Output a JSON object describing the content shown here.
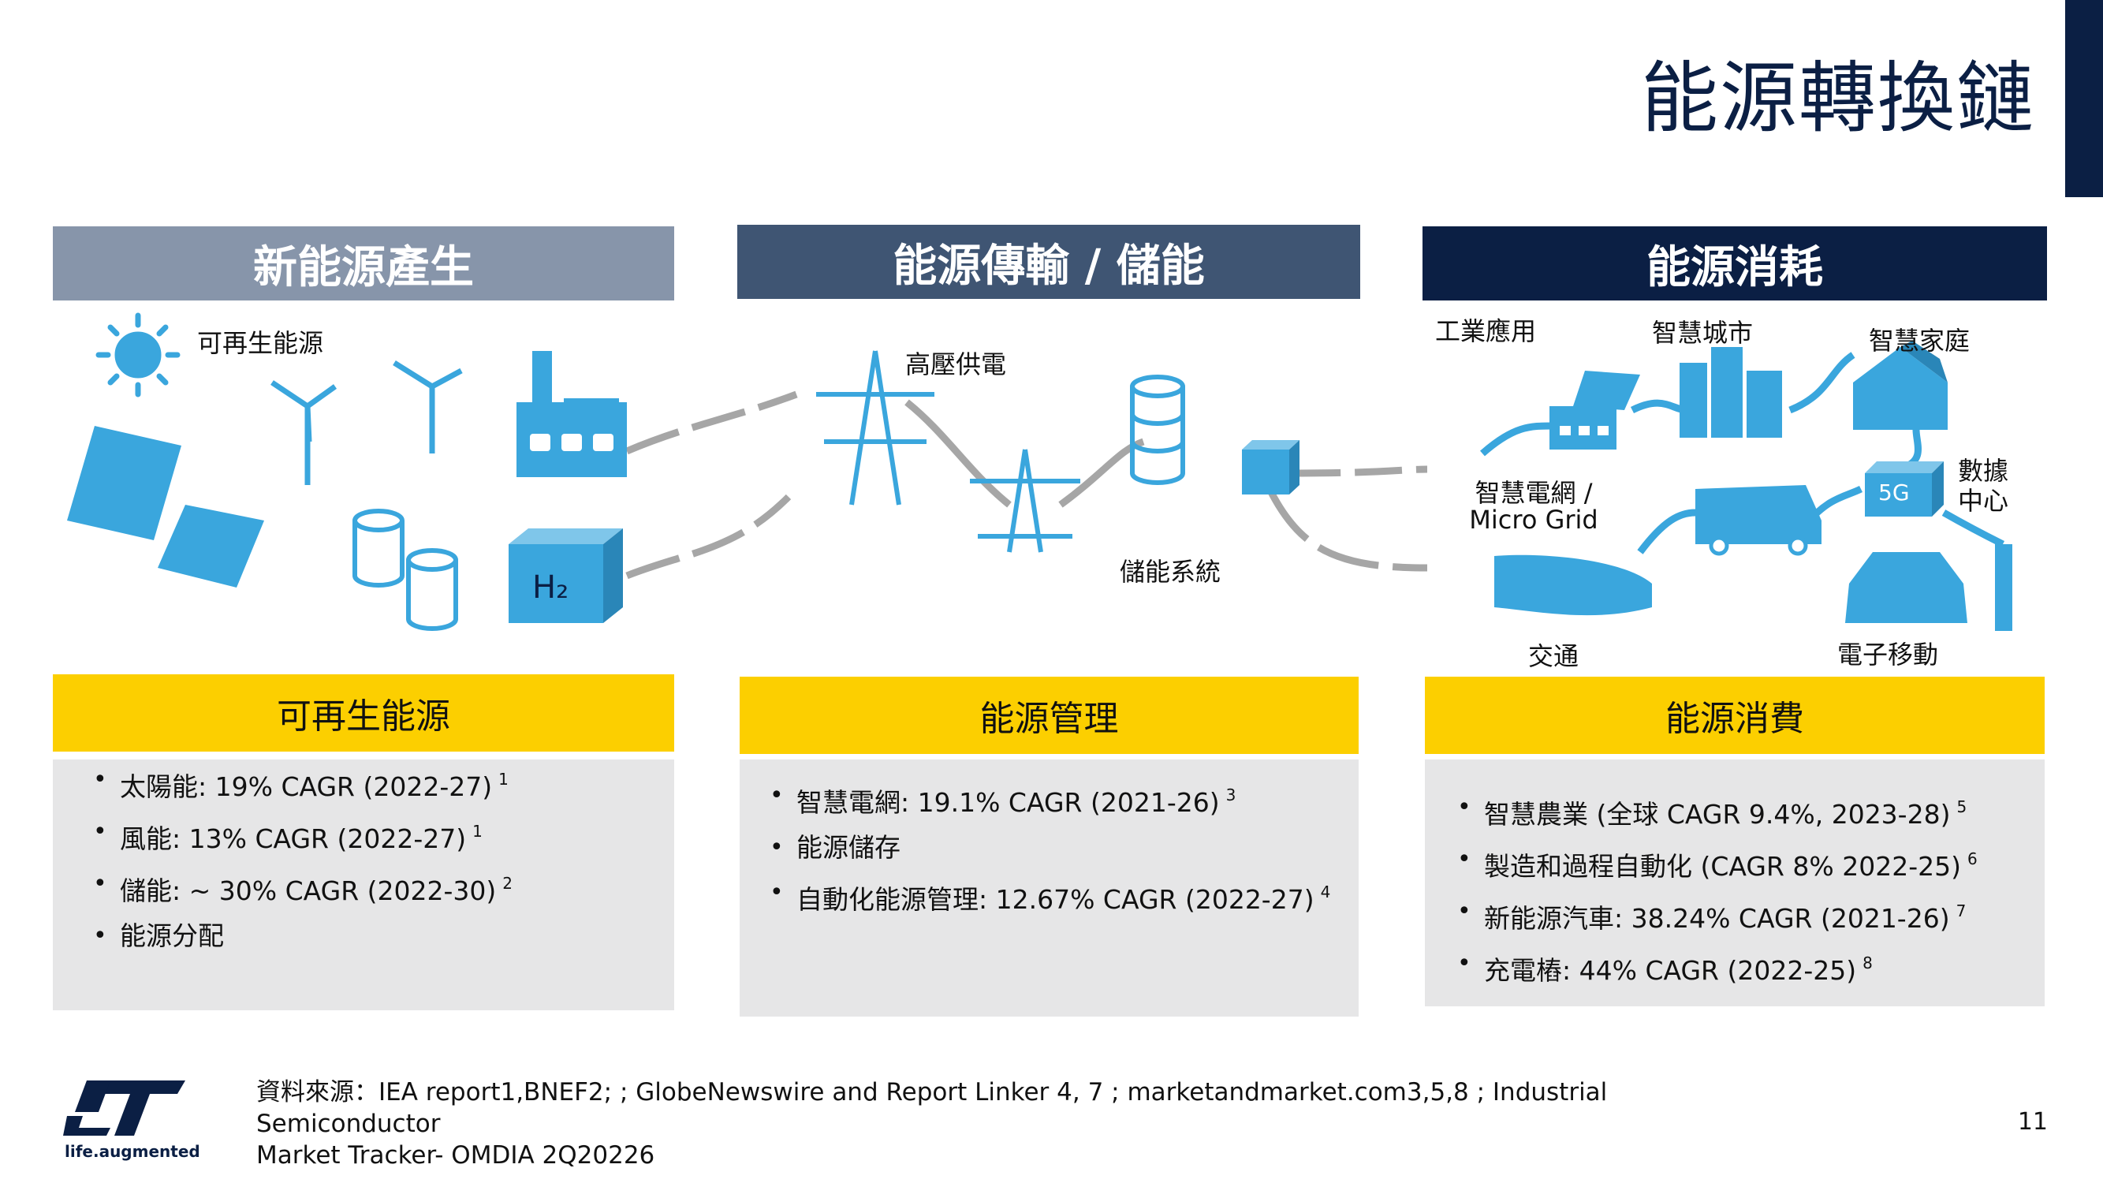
{
  "title": "能源轉換鏈",
  "sections": [
    {
      "header": "新能源產生",
      "box_title": "可再生能源",
      "bullets": [
        {
          "text": "太陽能: 19% CAGR (2022-27)",
          "ref": "1"
        },
        {
          "text": "風能: 13% CAGR (2022-27)",
          "ref": "1"
        },
        {
          "text": "儲能: ~ 30% CAGR (2022-30)",
          "ref": "2"
        },
        {
          "text": "能源分配",
          "ref": ""
        }
      ]
    },
    {
      "header": "能源傳輸 / 儲能",
      "box_title": "能源管理",
      "bullets": [
        {
          "text": "智慧電網: 19.1% CAGR (2021-26)",
          "ref": "3"
        },
        {
          "text": "能源儲存",
          "ref": ""
        },
        {
          "text": "自動化能源管理: 12.67% CAGR (2022-27)",
          "ref": "4"
        }
      ]
    },
    {
      "header": "能源消耗",
      "box_title": "能源消費",
      "bullets": [
        {
          "text": "智慧農業 (全球 CAGR 9.4%, 2023-28)",
          "ref": "5"
        },
        {
          "text": "製造和過程自動化 (CAGR 8%  2022-25)",
          "ref": "6"
        },
        {
          "text": "新能源汽車: 38.24% CAGR (2021-26)",
          "ref": "7"
        },
        {
          "text": "充電樁: 44% CAGR (2022-25)",
          "ref": "8"
        }
      ]
    }
  ],
  "diagram_labels": {
    "renewable": "可再生能源",
    "hv_supply": "高壓供電",
    "storage_system": "儲能系統",
    "industrial": "工業應用",
    "smart_city": "智慧城市",
    "smart_home": "智慧家庭",
    "smart_grid": "智慧電網 /",
    "micro_grid": "Micro Grid",
    "data_center_1": "數據",
    "data_center_2": "中心",
    "transport": "交通",
    "e_mobility": "電子移動",
    "hydrogen": "H₂",
    "five_g": "5G"
  },
  "source_line1": "資料來源：IEA report1,BNEF2;  ; GlobeNewswire and Report Linker 4, 7 ; marketandmarket.com3,5,8 ; Industrial Semiconductor",
  "source_line2": "Market Tracker- OMDIA 2Q20226",
  "page_number": "11",
  "logo_tagline": "life.augmented",
  "colors": {
    "icon_blue": "#3aa6dd",
    "navy": "#0b1f44",
    "steel": "#3f5573",
    "grey_blue": "#8795aa",
    "yellow": "#fccf00",
    "panel_grey": "#e6e6e7",
    "wire_grey": "#a6a6a6"
  }
}
